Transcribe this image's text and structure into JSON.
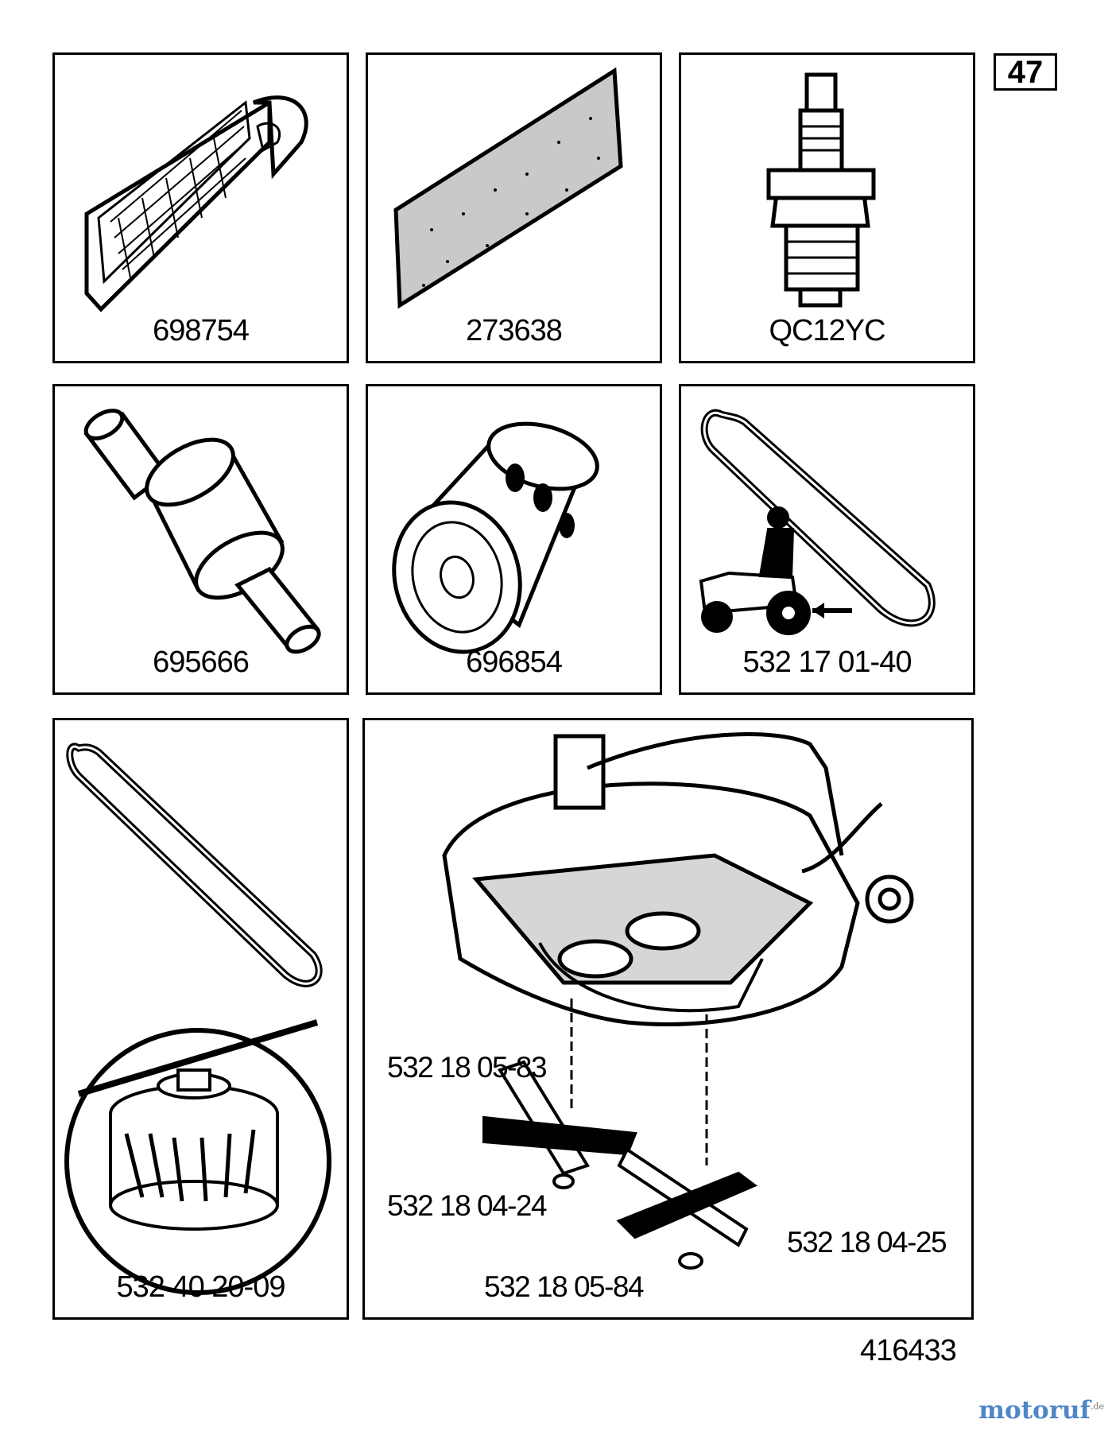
{
  "page_number": "47",
  "drawing_number": "416433",
  "watermark": {
    "brand": "motoruf",
    "suffix": ".de",
    "color": "#4f86c8"
  },
  "parts": [
    {
      "id": "air-filter",
      "part_number": "698754",
      "icon": "air-filter-icon"
    },
    {
      "id": "pre-filter",
      "part_number": "273638",
      "icon": "foam-pre-filter-icon"
    },
    {
      "id": "spark-plug",
      "part_number": "QC12YC",
      "icon": "spark-plug-icon"
    },
    {
      "id": "fuel-filter",
      "part_number": "695666",
      "icon": "fuel-filter-icon"
    },
    {
      "id": "oil-filter",
      "part_number": "696854",
      "icon": "oil-filter-icon"
    },
    {
      "id": "drive-belt",
      "part_number": "532 17 01-40",
      "icon": "drive-belt-icon"
    },
    {
      "id": "deck-belt-pulley",
      "part_number": "532 40 20-09",
      "icon": "belt-and-pulley-icon"
    }
  ],
  "deck": {
    "icon": "mower-deck-icon",
    "callouts": {
      "blade_left": "532 18 05-83",
      "adapter_left": "532 18 04-24",
      "blade_right": "532 18 05-84",
      "adapter_right": "532 18 04-25"
    }
  }
}
